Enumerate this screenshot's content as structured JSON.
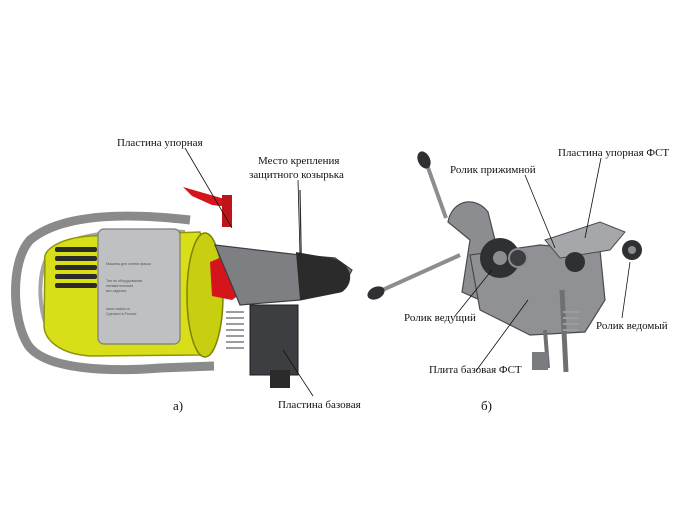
{
  "figure_a": {
    "caption": "а)",
    "labels": {
      "stop_plate": "Пластина упорная",
      "guard_mount_line1": "Место крепления",
      "guard_mount_line2": "защитного козырька",
      "base_plate": "Пластина базовая"
    },
    "device_plate_text": [
      "Машина для снятия фаски",
      "Тип по оборудованию",
      "пневматическая",
      "вес изделия",
      "www.maskio.ru",
      "Сделано в России"
    ],
    "colors": {
      "body": "#d8df18",
      "frame": "#8a8a8a",
      "plate": "#bfc0c2",
      "red": "#d4151c",
      "dark": "#2b2b2b"
    }
  },
  "figure_b": {
    "caption": "б)",
    "labels": {
      "stop_plate_fst": "Пластина упорная ФСТ",
      "pressure_roller": "Ролик прижимной",
      "drive_roller": "Ролик ведущий",
      "driven_roller": "Ролик ведомый",
      "base_plate_fst": "Плита базовая ФСТ"
    },
    "colors": {
      "metal": "#8c8d90",
      "dark": "#2f3033"
    }
  }
}
